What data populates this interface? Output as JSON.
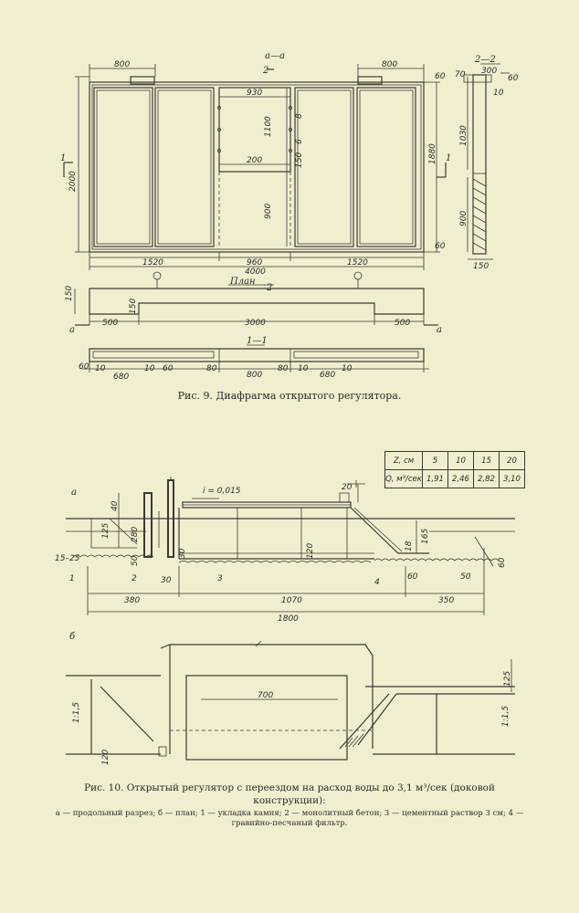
{
  "figure9": {
    "caption": "Рис. 9. Диафрагма открытого регулятора.",
    "section_aa": "а—а",
    "section_22": "2—2",
    "section_11": "1—1",
    "plan_label": "План",
    "cut_1": "1",
    "cut_2": "2",
    "cut_a": "а",
    "elevation_dims": {
      "d800_left": "800",
      "d800_right": "800",
      "d930": "930",
      "d1100": "1100",
      "d8": "8",
      "d6": "6",
      "d150": "150",
      "d200": "200",
      "d900": "900",
      "d2000": "2000",
      "d1880": "1880",
      "d1520_left": "1520",
      "d960": "960",
      "d1520_right": "1520",
      "d4000": "4000",
      "d60_top": "60",
      "d60_bottom": "60"
    },
    "side_dims": {
      "d300": "300",
      "d70": "70",
      "d60": "60",
      "d10": "10",
      "d1030": "1030",
      "d900": "900",
      "d150": "150"
    },
    "plan_dims": {
      "d150": "150",
      "d150b": "150",
      "d500_left": "500",
      "d3000": "3000",
      "d500_right": "500"
    },
    "section11_dims": {
      "d60": "60",
      "d10a": "10",
      "d680_left": "680",
      "d10b": "10",
      "d60b": "60",
      "d80a": "80",
      "d800": "800",
      "d80b": "80",
      "d10c": "10",
      "d680_right": "680",
      "d10d": "10"
    }
  },
  "figure10": {
    "caption": "Рис. 10. Открытый регулятор с переездом на расход воды до 3,1 м³/сек (доковой конструкции):",
    "legend": "а — продольный разрез; б — план; 1 — укладка камня; 2 — монолитный бетон; 3 — цементный раствор 3 см; 4 — гравийно-песчаный фильтр.",
    "part_a": "а",
    "part_b": "б",
    "slope": "i = 0,015",
    "table": {
      "row1": [
        "Z, см",
        "5",
        "10",
        "15",
        "20"
      ],
      "row2": [
        "Q, м³/сек",
        "1,91",
        "2,46",
        "2,82",
        "3,10"
      ]
    },
    "section_dims": {
      "d20": "20",
      "d40": "40",
      "d125": "125",
      "d280": "280",
      "d50": "50",
      "d30a": "30",
      "d30b": "30",
      "d120": "120",
      "d18": "18",
      "d165": "165",
      "d60": "60",
      "d50b": "50",
      "d60b": "60",
      "d15_25": "15–25",
      "d380": "380",
      "d1070": "1070",
      "d350": "350",
      "d1800": "1800",
      "m1": "1",
      "m2": "2",
      "m3": "3",
      "m4": "4"
    },
    "plan_dims": {
      "d700": "700",
      "d125": "125",
      "s1": "1:1,5",
      "s2": "1:1,5",
      "d120": "120"
    }
  }
}
